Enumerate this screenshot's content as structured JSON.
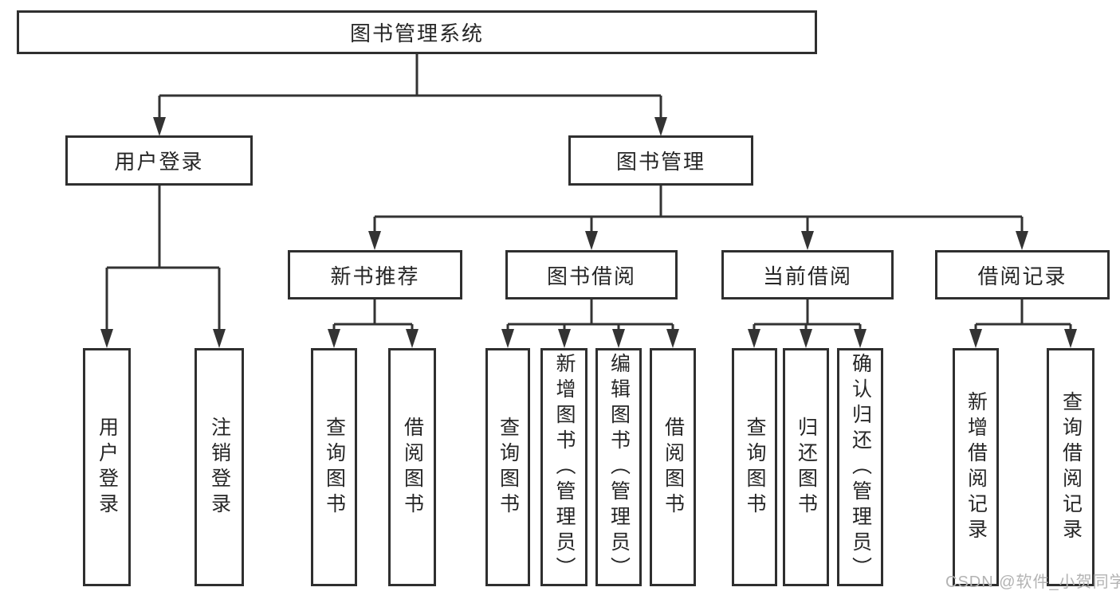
{
  "colors": {
    "line": "#333333",
    "box_border": "#2f2f2f",
    "text": "#262626",
    "background": "#ffffff",
    "watermark": "#b3b3b3"
  },
  "tree": {
    "root": "图书管理系统",
    "branches": [
      {
        "label": "用户登录",
        "children": [
          "用户登录",
          "注销登录"
        ]
      },
      {
        "label": "图书管理",
        "sections": [
          {
            "label": "新书推荐",
            "children": [
              "查询图书",
              "借阅图书"
            ]
          },
          {
            "label": "图书借阅",
            "children": [
              "查询图书",
              "新增图书（管理员）",
              "编辑图书（管理员）",
              "借阅图书"
            ]
          },
          {
            "label": "当前借阅",
            "children": [
              "查询图书",
              "归还图书",
              "确认归还（管理员）"
            ]
          },
          {
            "label": "借阅记录",
            "children": [
              "新增借阅记录",
              "查询借阅记录"
            ]
          }
        ]
      }
    ]
  },
  "watermark": "CSDN @软件_小贺同学"
}
